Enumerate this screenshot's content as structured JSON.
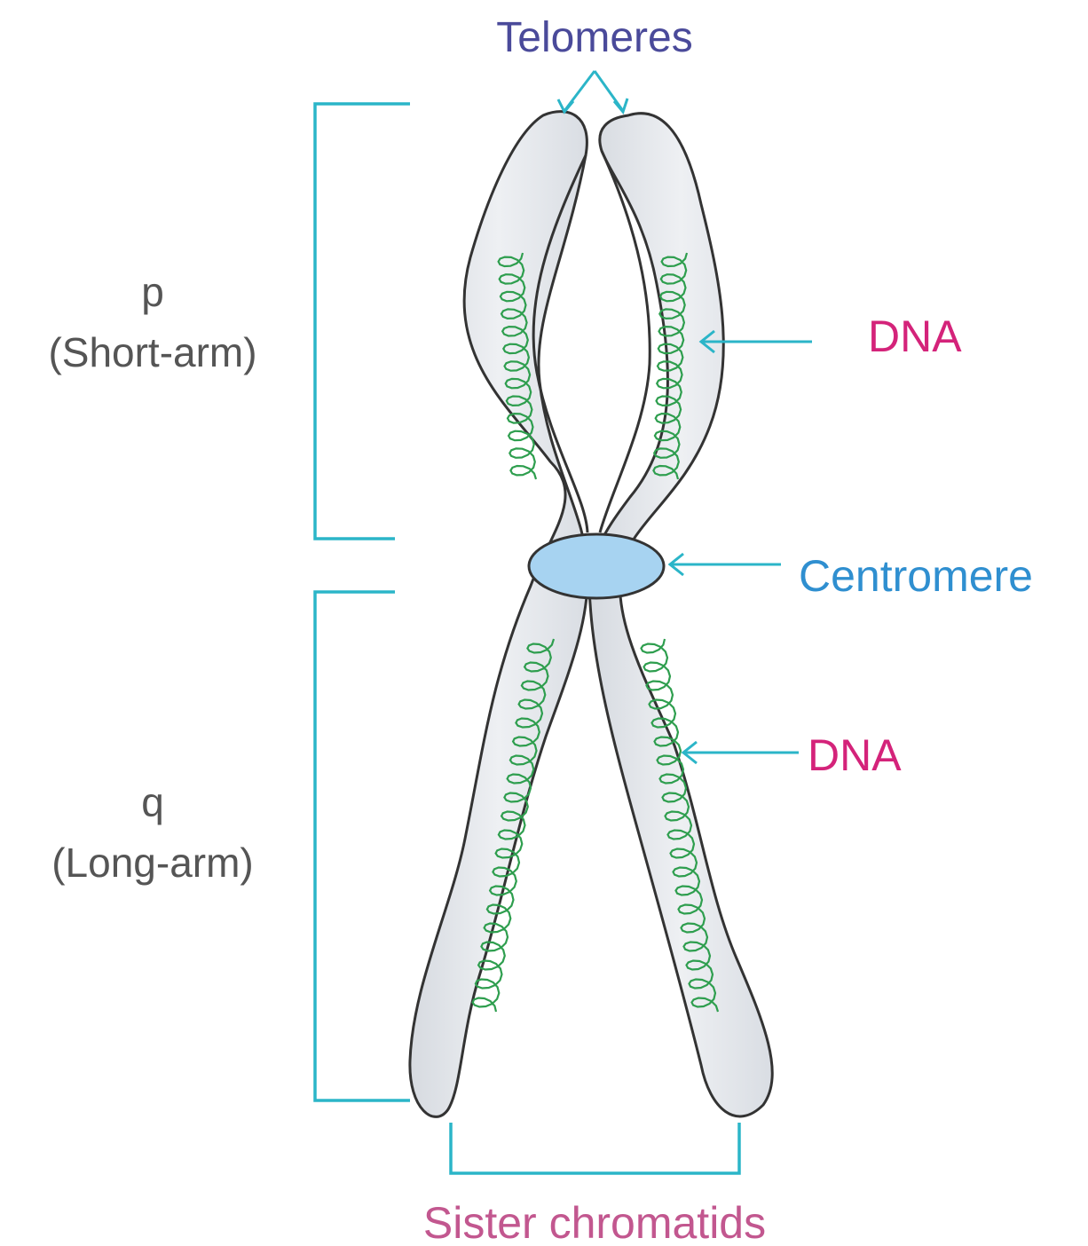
{
  "labels": {
    "telomeres": "Telomeres",
    "p_arm_letter": "p",
    "p_arm_name": "(Short-arm)",
    "q_arm_letter": "q",
    "q_arm_name": "(Long-arm)",
    "dna_upper": "DNA",
    "dna_lower": "DNA",
    "centromere": "Centromere",
    "sister_chromatids": "Sister chromatids"
  },
  "colors": {
    "telomeres_text": "#4a4a9a",
    "arm_text": "#555555",
    "dna_text": "#d4237a",
    "centromere_text": "#2f8fd0",
    "sister_text": "#c2578f",
    "bracket": "#2bb5c8",
    "pointer": "#2bb5c8",
    "chromatid_fill": "#e2e5ea",
    "chromatid_stroke": "#333333",
    "dna_coil": "#2e9e4e",
    "centromere_fill": "#a7d3f1"
  }
}
